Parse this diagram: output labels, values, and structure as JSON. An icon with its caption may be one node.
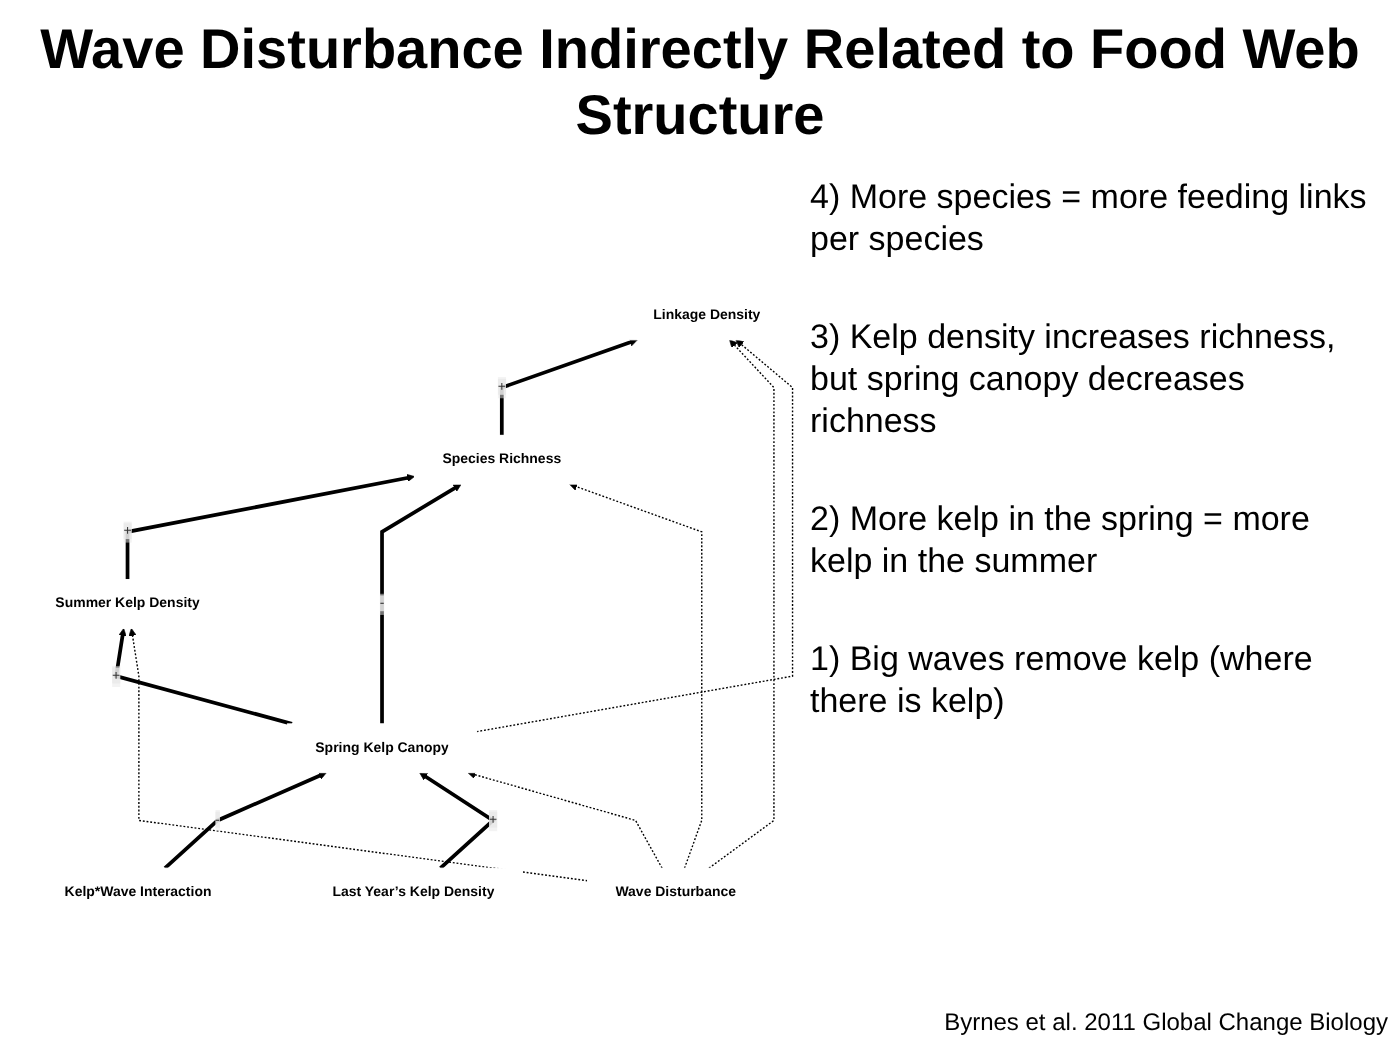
{
  "diagram": {
    "title": "Wave Disturbance Indirectly Related to Food Web Structure",
    "nodes": [
      {
        "text": [
          "Linkage Density"
        ]
      },
      {
        "text": [
          "Species Richness"
        ]
      },
      {
        "text": [
          "Summer Kelp Density"
        ]
      },
      {
        "text": [
          "Spring Kelp Canopy"
        ]
      },
      {
        "text": [
          "Wave Disturbance"
        ]
      },
      {
        "text": [
          "Kelp*Wave Interaction"
        ]
      },
      {
        "text": [
          "Last Year’s Kelp Density"
        ]
      }
    ],
    "edges": [
      {
        "from": 1,
        "to": 0,
        "arrow": "to",
        "label": "+"
      },
      {
        "from": 2,
        "to": 1,
        "arrow": "to",
        "label": "+"
      },
      {
        "from": 3,
        "to": 2,
        "arrow": "to",
        "label": "+"
      },
      {
        "from": 3,
        "to": 1,
        "arrow": "to",
        "label": "-"
      },
      {
        "from": 5,
        "to": 3,
        "arrow": "to",
        "label": "-"
      },
      {
        "from": 6,
        "to": 3,
        "arrow": "to",
        "label": "+"
      },
      {
        "from": 4,
        "to": 0,
        "arrow": "to",
        "style": "dashed"
      },
      {
        "from": 4,
        "to": 1,
        "arrow": "to",
        "style": "dashed"
      },
      {
        "from": 4,
        "to": 2,
        "arrow": "to",
        "style": "dashed"
      },
      {
        "from": 4,
        "to": 3,
        "arrow": "to",
        "style": "dashed"
      },
      {
        "from": 3,
        "to": 0,
        "arrow": "to",
        "style": "dashed"
      }
    ],
    "labels": [
      "4) More species = more feeding links per species",
      "3) Kelp density increases richness, but spring canopy decreases richness",
      "2) More kelp in the spring = more kelp in the summer",
      "1) Big waves remove kelp (where there is kelp)",
      "Byrnes et al. 2011 Global Change Biology"
    ]
  }
}
